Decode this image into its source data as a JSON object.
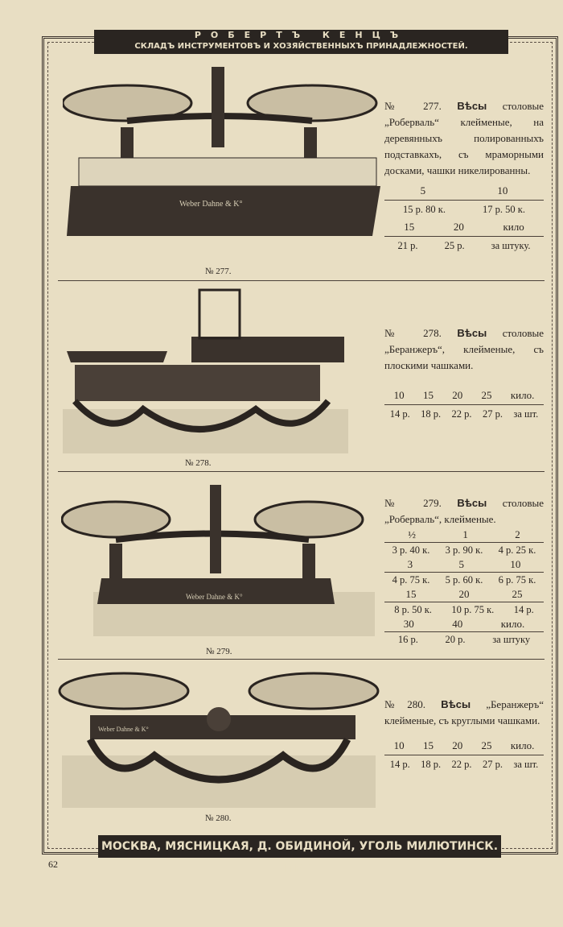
{
  "header": {
    "title": "РОБЕРТЪ КЕНЦЪ",
    "subtitle": "СКЛАДЪ ИНСТРУМЕНТОВЪ И ХОЗЯЙСТВЕННЫХЪ ПРИНАДЛЕЖНОСТЕЙ."
  },
  "footer": {
    "address": "МОСКВА, МЯСНИЦКАЯ, Д. ОБИДИНОЙ, УГОЛЬ МИЛЮТИНСК. ПЕР."
  },
  "page_number": "62",
  "items": [
    {
      "caption": "№ 277.",
      "brand": "Weber Dahne & K°",
      "num": "№ 277.",
      "title": "Вѣсы",
      "text": "столовые „Роберваль“ клейменые, на деревянныхъ полированныхъ подставкахъ, съ мраморными досками, чашки никелированны.",
      "rows": [
        {
          "cells": [
            "5",
            "10"
          ]
        },
        {
          "cells": [
            "15 р. 80 к.",
            "17 р. 50 к."
          ],
          "price": true
        },
        {
          "cells": [
            "15",
            "20",
            "кило"
          ]
        },
        {
          "cells": [
            "21 р.",
            "25 р.",
            "за штуку."
          ],
          "price": true
        }
      ]
    },
    {
      "caption": "№ 278.",
      "num": "№ 278.",
      "title": "Вѣсы",
      "text": "столовые „Беранжеръ“, клейменые, съ плоскими чашками.",
      "rows": [
        {
          "cells": [
            "10",
            "15",
            "20",
            "25",
            "кило."
          ]
        },
        {
          "cells": [
            "14 р.",
            "18 р.",
            "22 р.",
            "27 р.",
            "за шт."
          ],
          "price": true
        }
      ]
    },
    {
      "caption": "№ 279.",
      "brand": "Weber Dahne & K°",
      "num": "№ 279.",
      "title": "Вѣсы",
      "text": "столовые „Роберваль“, клейменые.",
      "rows": [
        {
          "cells": [
            "½",
            "1",
            "2"
          ]
        },
        {
          "cells": [
            "3 р. 40 к.",
            "3 р. 90 к.",
            "4 р. 25 к."
          ],
          "price": true
        },
        {
          "cells": [
            "3",
            "5",
            "10"
          ]
        },
        {
          "cells": [
            "4 р. 75 к.",
            "5 р. 60 к.",
            "6 р. 75 к."
          ],
          "price": true
        },
        {
          "cells": [
            "15",
            "20",
            "25"
          ]
        },
        {
          "cells": [
            "8 р. 50 к.",
            "10 р. 75 к.",
            "14 р."
          ],
          "price": true
        },
        {
          "cells": [
            "30",
            "40",
            "кило."
          ]
        },
        {
          "cells": [
            "16 р.",
            "20 р.",
            "за штуку"
          ],
          "price": true
        }
      ]
    },
    {
      "caption": "№ 280.",
      "brand": "Weber Dahne & K°",
      "num": "№280.",
      "title": "Вѣсы",
      "text": "„Беранжеръ“ клейменые, съ круглыми чашками.",
      "rows": [
        {
          "cells": [
            "10",
            "15",
            "20",
            "25",
            "кило."
          ]
        },
        {
          "cells": [
            "14 р.",
            "18 р.",
            "22 р.",
            "27 р.",
            "за шт."
          ],
          "price": true
        }
      ]
    }
  ]
}
